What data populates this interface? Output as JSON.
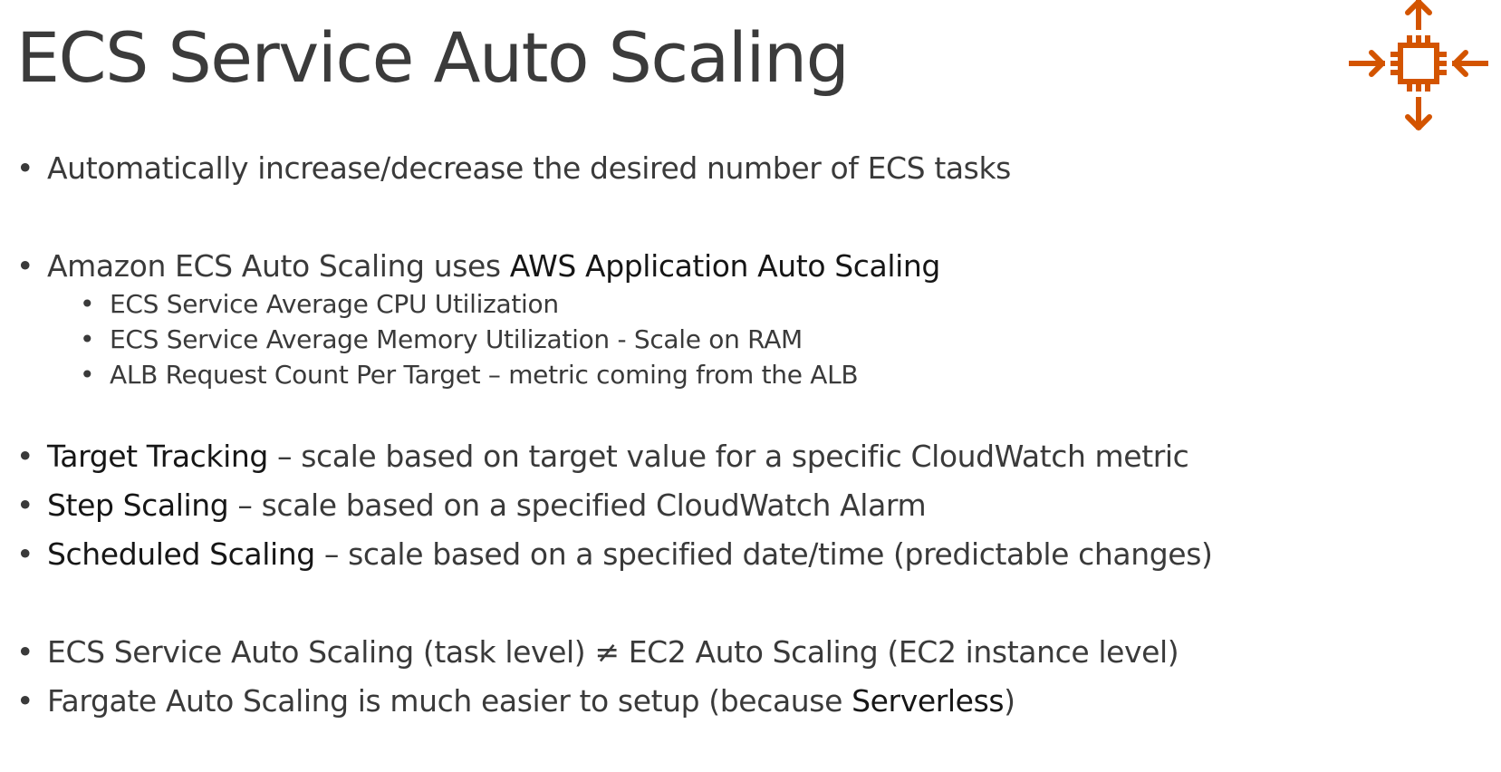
{
  "slide": {
    "title": "ECS Service Auto Scaling",
    "icon": "auto-scaling-icon",
    "icon_color": "#d35400"
  },
  "bullets": {
    "b1": {
      "text": "Automatically increase/decrease the desired number of ECS tasks"
    },
    "b2": {
      "prefix": "Amazon ECS Auto Scaling uses ",
      "strong": "AWS Application Auto Scaling",
      "sub": [
        "ECS Service Average CPU Utilization",
        "ECS Service Average Memory Utilization - Scale on RAM",
        "ALB Request Count Per Target – metric coming from the ALB"
      ]
    },
    "b3": {
      "strong": "Target Tracking",
      "rest": " – scale based on target value for a specific CloudWatch metric"
    },
    "b4": {
      "strong": "Step Scaling",
      "rest": " – scale based on a specified CloudWatch Alarm"
    },
    "b5": {
      "strong": "Scheduled Scaling",
      "rest": " – scale based on a specified date/time (predictable changes)"
    },
    "b6": {
      "text": "ECS Service Auto Scaling (task level) ≠ EC2 Auto Scaling (EC2 instance level)"
    },
    "b7": {
      "prefix": "Fargate Auto Scaling is much easier to setup (because ",
      "strong": "Serverless",
      "suffix": ")"
    }
  }
}
